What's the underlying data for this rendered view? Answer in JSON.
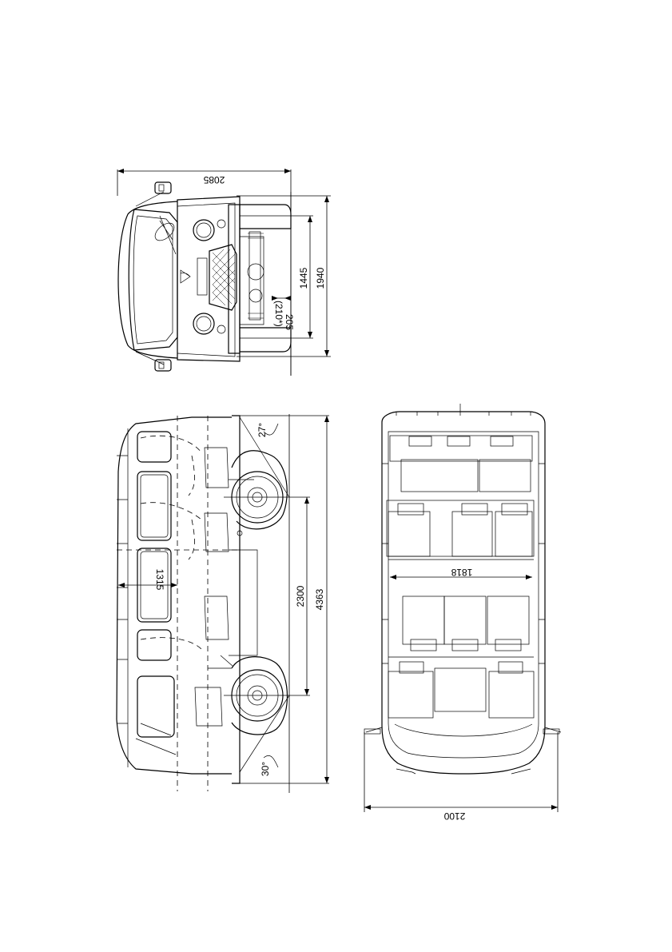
{
  "views": {
    "front": {
      "overall_width": "2085",
      "track_width": "1445",
      "overall_height": "1940",
      "ground_clearance": "205",
      "ground_clearance_alt": "(210*)"
    },
    "side": {
      "overall_length": "4363",
      "wheelbase": "2300",
      "interior_height": "1315",
      "approach_angle": "27°",
      "departure_angle": "30°"
    },
    "top": {
      "interior_width": "1818",
      "width_with_mirrors": "2100"
    }
  }
}
